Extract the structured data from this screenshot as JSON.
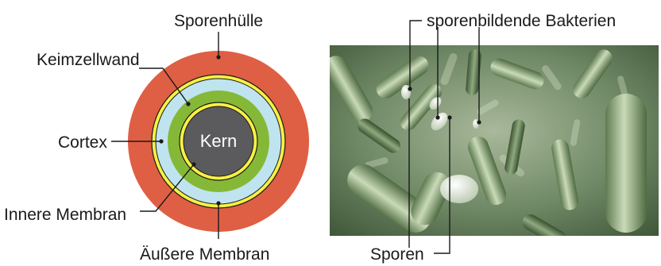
{
  "spore_diagram": {
    "labels": {
      "core": "Kern",
      "spore_coat": "Sporenhülle",
      "germ_cell_wall": "Keimzellwand",
      "cortex": "Cortex",
      "inner_membrane": "Innere Membran",
      "outer_membrane": "Äußere Membran"
    },
    "colors": {
      "spore_coat": "#df5f44",
      "outer_membrane": "#f7f044",
      "cortex": "#bfe4ef",
      "germ_cell_wall": "#86b838",
      "inner_membrane": "#f7f044",
      "core": "#5b5b5d"
    }
  },
  "photo": {
    "label_bacteria": "sporenbildende Bakterien",
    "label_spores": "Sporen",
    "colors": {
      "background": "#5f7a55",
      "bacteria": "#a8bf92",
      "spore": "#e4ece0"
    }
  }
}
